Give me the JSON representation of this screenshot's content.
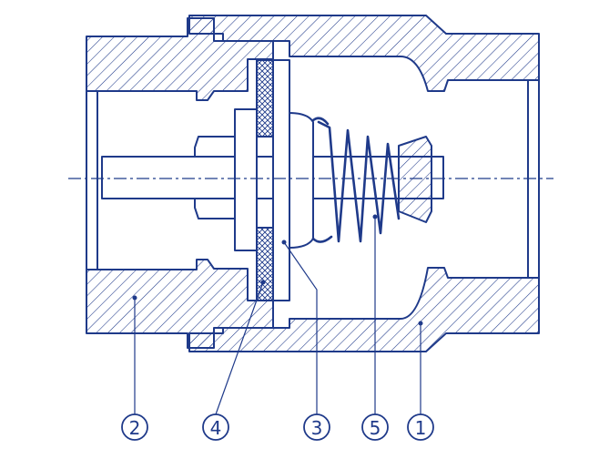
{
  "diagram": {
    "callouts": [
      {
        "id": "callout-2",
        "label": "2"
      },
      {
        "id": "callout-4",
        "label": "4"
      },
      {
        "id": "callout-3",
        "label": "3"
      },
      {
        "id": "callout-5",
        "label": "5"
      },
      {
        "id": "callout-1",
        "label": "1"
      }
    ]
  },
  "colors": {
    "line": "#1f3a8a",
    "background": "#ffffff"
  }
}
